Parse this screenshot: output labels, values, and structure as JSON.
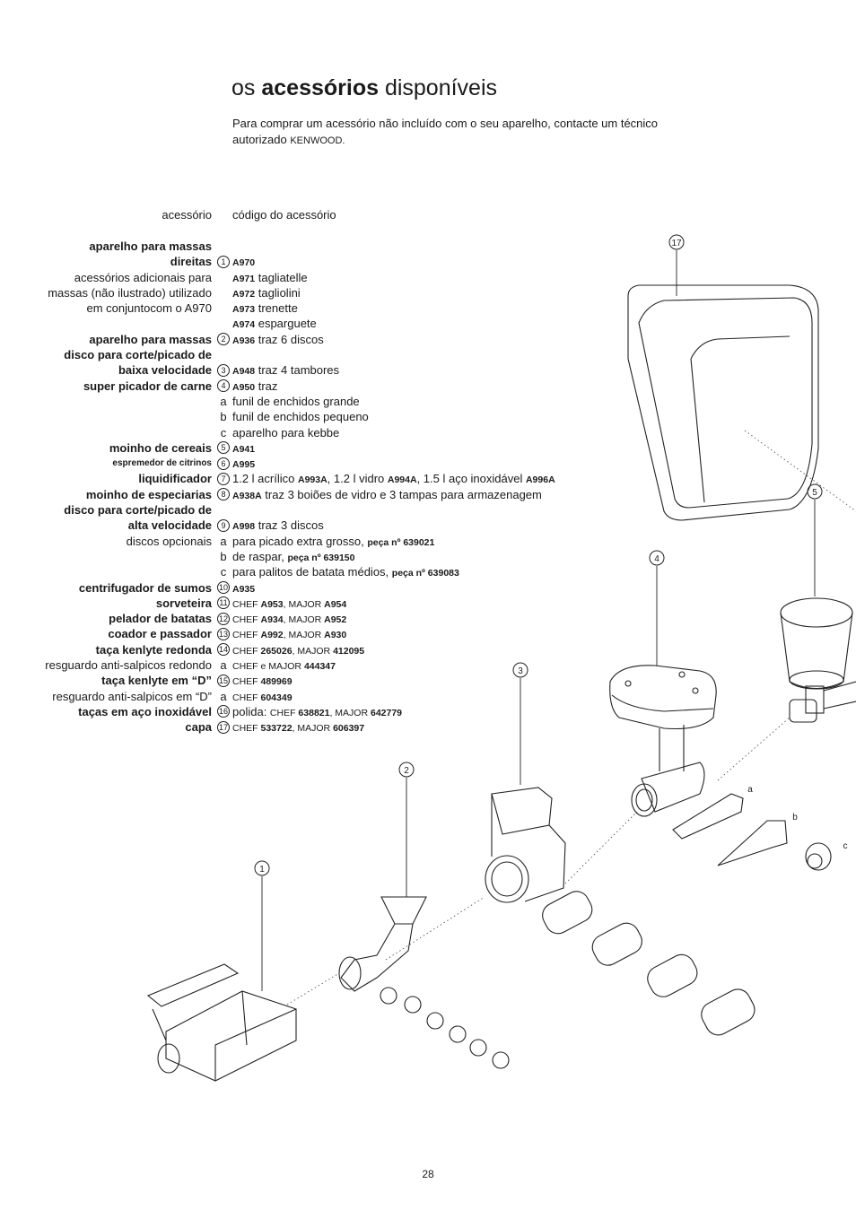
{
  "title": {
    "prefix": "os ",
    "bold": "acessórios",
    "suffix": " disponíveis"
  },
  "intro": {
    "text": "Para comprar um acessório não incluído com o seu aparelho, contacte um técnico autorizado ",
    "brand": "KENWOOD."
  },
  "headers": {
    "left": "acessório",
    "right": "código do acessório"
  },
  "rows": [
    {
      "label": "aparelho para massas",
      "bold": true
    },
    {
      "label": "direitas",
      "bold": true,
      "marker": "1",
      "parts": [
        {
          "t": "A970",
          "b": true
        }
      ]
    },
    {
      "label": "acessórios adicionais para",
      "parts": [
        {
          "t": "A971",
          "b": true
        },
        {
          "t": " tagliatelle"
        }
      ]
    },
    {
      "label": "massas (não ilustrado) utilizado",
      "parts": [
        {
          "t": "A972",
          "b": true
        },
        {
          "t": " tagliolini"
        }
      ]
    },
    {
      "label": "em conjuntocom o A970",
      "parts": [
        {
          "t": "A973",
          "b": true
        },
        {
          "t": " trenette"
        }
      ]
    },
    {
      "label": "",
      "parts": [
        {
          "t": "A974",
          "b": true
        },
        {
          "t": " esparguete"
        }
      ]
    },
    {
      "label": "aparelho para massas",
      "bold": true,
      "marker": "2",
      "parts": [
        {
          "t": "A936",
          "b": true
        },
        {
          "t": " traz 6 discos"
        }
      ]
    },
    {
      "label": "disco para corte/picado de",
      "bold": true
    },
    {
      "label": "baixa velocidade",
      "bold": true,
      "marker": "3",
      "parts": [
        {
          "t": "A948",
          "b": true
        },
        {
          "t": " traz 4 tambores"
        }
      ]
    },
    {
      "label": "super picador de carne",
      "bold": true,
      "marker": "4",
      "parts": [
        {
          "t": "A950",
          "b": true
        },
        {
          "t": " traz"
        }
      ]
    },
    {
      "label": "",
      "letter": "a",
      "parts": [
        {
          "t": "funil de enchidos grande"
        }
      ]
    },
    {
      "label": "",
      "letter": "b",
      "parts": [
        {
          "t": "funil de enchidos pequeno"
        }
      ]
    },
    {
      "label": "",
      "letter": "c",
      "parts": [
        {
          "t": "aparelho para kebbe"
        }
      ]
    },
    {
      "label": "moinho de cereais",
      "bold": true,
      "marker": "5",
      "parts": [
        {
          "t": "A941",
          "b": true
        }
      ]
    },
    {
      "label": "espremedor de citrinos",
      "bold": true,
      "small": true,
      "marker": "6",
      "parts": [
        {
          "t": "A995",
          "b": true
        }
      ]
    },
    {
      "label": "liquidificador",
      "bold": true,
      "marker": "7",
      "parts": [
        {
          "t": "1.2 l acrílico "
        },
        {
          "t": "A993A",
          "b": true
        },
        {
          "t": ", 1.2 l vidro "
        },
        {
          "t": "A994A",
          "b": true
        },
        {
          "t": ", 1.5 l aço inoxidável "
        },
        {
          "t": "A996A",
          "b": true
        }
      ]
    },
    {
      "label": "moinho de especiarias",
      "bold": true,
      "marker": "8",
      "parts": [
        {
          "t": "A938A",
          "b": true
        },
        {
          "t": " traz 3 boiões de vidro e 3 tampas para armazenagem"
        }
      ]
    },
    {
      "label": "disco para corte/picado de",
      "bold": true
    },
    {
      "label": "alta velocidade",
      "bold": true,
      "marker": "9",
      "parts": [
        {
          "t": "A998",
          "b": true
        },
        {
          "t": " traz 3 discos"
        }
      ]
    },
    {
      "label": "discos opcionais",
      "letter": "a",
      "parts": [
        {
          "t": "para picado extra grosso, "
        },
        {
          "t": "peça nº 639021",
          "b": true
        }
      ]
    },
    {
      "label": "",
      "letter": "b",
      "parts": [
        {
          "t": "de raspar, "
        },
        {
          "t": "peça nº 639150",
          "b": true
        }
      ]
    },
    {
      "label": "",
      "letter": "c",
      "parts": [
        {
          "t": "para palitos de batata médios, "
        },
        {
          "t": "peça nº  639083",
          "b": true
        }
      ]
    },
    {
      "label": "centrifugador de sumos",
      "bold": true,
      "marker": "10",
      "parts": [
        {
          "t": " A935",
          "b": true
        }
      ]
    },
    {
      "label": "sorveteira",
      "bold": true,
      "marker": "11",
      "parts": [
        {
          "t": "CHEF ",
          "s": true
        },
        {
          "t": "A953",
          "b": true
        },
        {
          "t": ", MAJOR ",
          "s": true
        },
        {
          "t": "A954",
          "b": true
        }
      ]
    },
    {
      "label": "pelador de batatas",
      "bold": true,
      "marker": "12",
      "parts": [
        {
          "t": "CHEF ",
          "s": true
        },
        {
          "t": "A934",
          "b": true
        },
        {
          "t": ", MAJOR ",
          "s": true
        },
        {
          "t": "A952",
          "b": true
        }
      ]
    },
    {
      "label": "coador e passador",
      "bold": true,
      "marker": "13",
      "parts": [
        {
          "t": "CHEF ",
          "s": true
        },
        {
          "t": "A992",
          "b": true
        },
        {
          "t": ", MAJOR ",
          "s": true
        },
        {
          "t": "A930",
          "b": true
        }
      ]
    },
    {
      "label": "taça kenlyte redonda",
      "bold": true,
      "marker": "14",
      "parts": [
        {
          "t": "CHEF ",
          "s": true
        },
        {
          "t": "265026",
          "b": true
        },
        {
          "t": ", MAJOR ",
          "s": true
        },
        {
          "t": "412095",
          "b": true
        }
      ]
    },
    {
      "label": "resguardo anti-salpicos redondo",
      "letter": "a",
      "parts": [
        {
          "t": "CHEF e MAJOR ",
          "s": true
        },
        {
          "t": "444347",
          "b": true
        }
      ]
    },
    {
      "label": "taça kenlyte em “D”",
      "bold": true,
      "marker": "15",
      "parts": [
        {
          "t": "CHEF ",
          "s": true
        },
        {
          "t": "489969",
          "b": true
        }
      ]
    },
    {
      "label": "resguardo anti-salpicos em “D”",
      "letter": "a",
      "parts": [
        {
          "t": "CHEF ",
          "s": true
        },
        {
          "t": "604349",
          "b": true
        }
      ]
    },
    {
      "label": "taças em aço inoxidável",
      "bold": true,
      "marker": "16",
      "parts": [
        {
          "t": "polida: "
        },
        {
          "t": "CHEF ",
          "s": true
        },
        {
          "t": "638821",
          "b": true
        },
        {
          "t": ", MAJOR ",
          "s": true
        },
        {
          "t": "642779",
          "b": true
        }
      ]
    },
    {
      "label": "capa",
      "bold": true,
      "marker": "17",
      "parts": [
        {
          "t": "CHEF ",
          "s": true
        },
        {
          "t": "533722",
          "b": true
        },
        {
          "t": ", MAJOR ",
          "s": true
        },
        {
          "t": "606397",
          "b": true
        }
      ]
    }
  ],
  "callouts": {
    "c1": "1",
    "c2": "2",
    "c3": "3",
    "c4": "4",
    "c5": "5",
    "c17": "17",
    "la": "a",
    "lb": "b",
    "lc": "c"
  },
  "page_number": "28"
}
